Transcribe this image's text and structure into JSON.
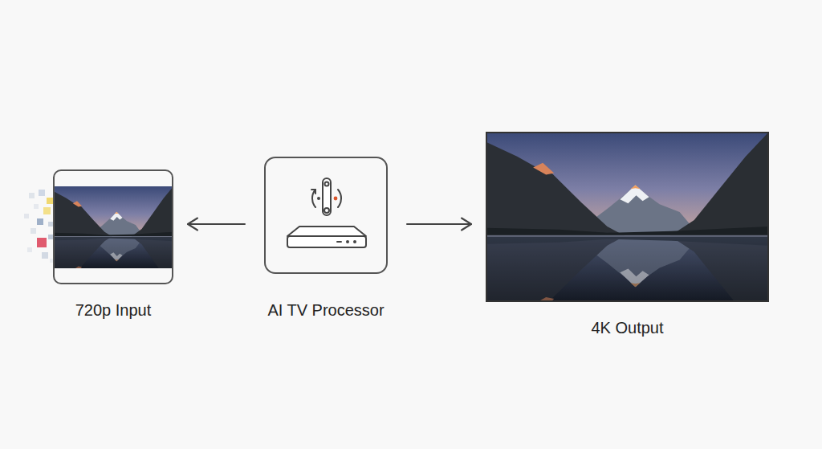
{
  "diagram": {
    "nodes": [
      {
        "text": [
          "720p Input"
        ]
      },
      {
        "text": [
          "AI TV Processor"
        ]
      },
      {
        "text": [
          "4K Output"
        ]
      }
    ],
    "edges": [
      {
        "from": 1,
        "to": 0,
        "arrow": "to"
      },
      {
        "from": 1,
        "to": 2,
        "arrow": "to"
      }
    ]
  }
}
